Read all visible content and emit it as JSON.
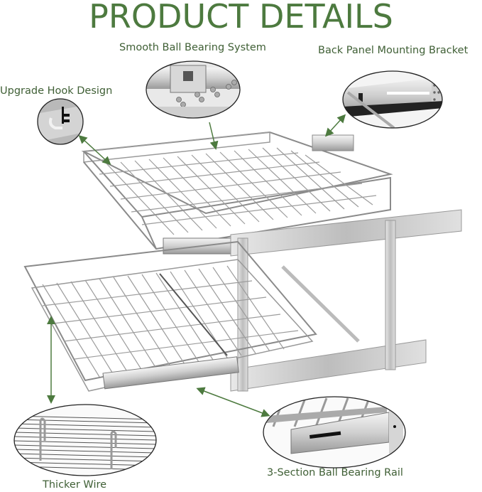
{
  "title": "PRODUCT DETAILS",
  "accent_color": "#4d7a3f",
  "callouts": [
    {
      "id": "smooth-ball-bearing-system",
      "label": "Smooth Ball Bearing System"
    },
    {
      "id": "back-panel-mounting-bracket",
      "label": "Back Panel Mounting Bracket"
    },
    {
      "id": "upgrade-hook-design",
      "label": "Upgrade Hook Design"
    },
    {
      "id": "thicker-wire",
      "label": "Thicker Wire"
    },
    {
      "id": "three-section-ball-bearing-rail",
      "label": "3-Section Ball Bearing Rail"
    }
  ],
  "product": {
    "description": "Two-tier pull-out chrome wire basket organizer with slide rails and vertical frame"
  }
}
